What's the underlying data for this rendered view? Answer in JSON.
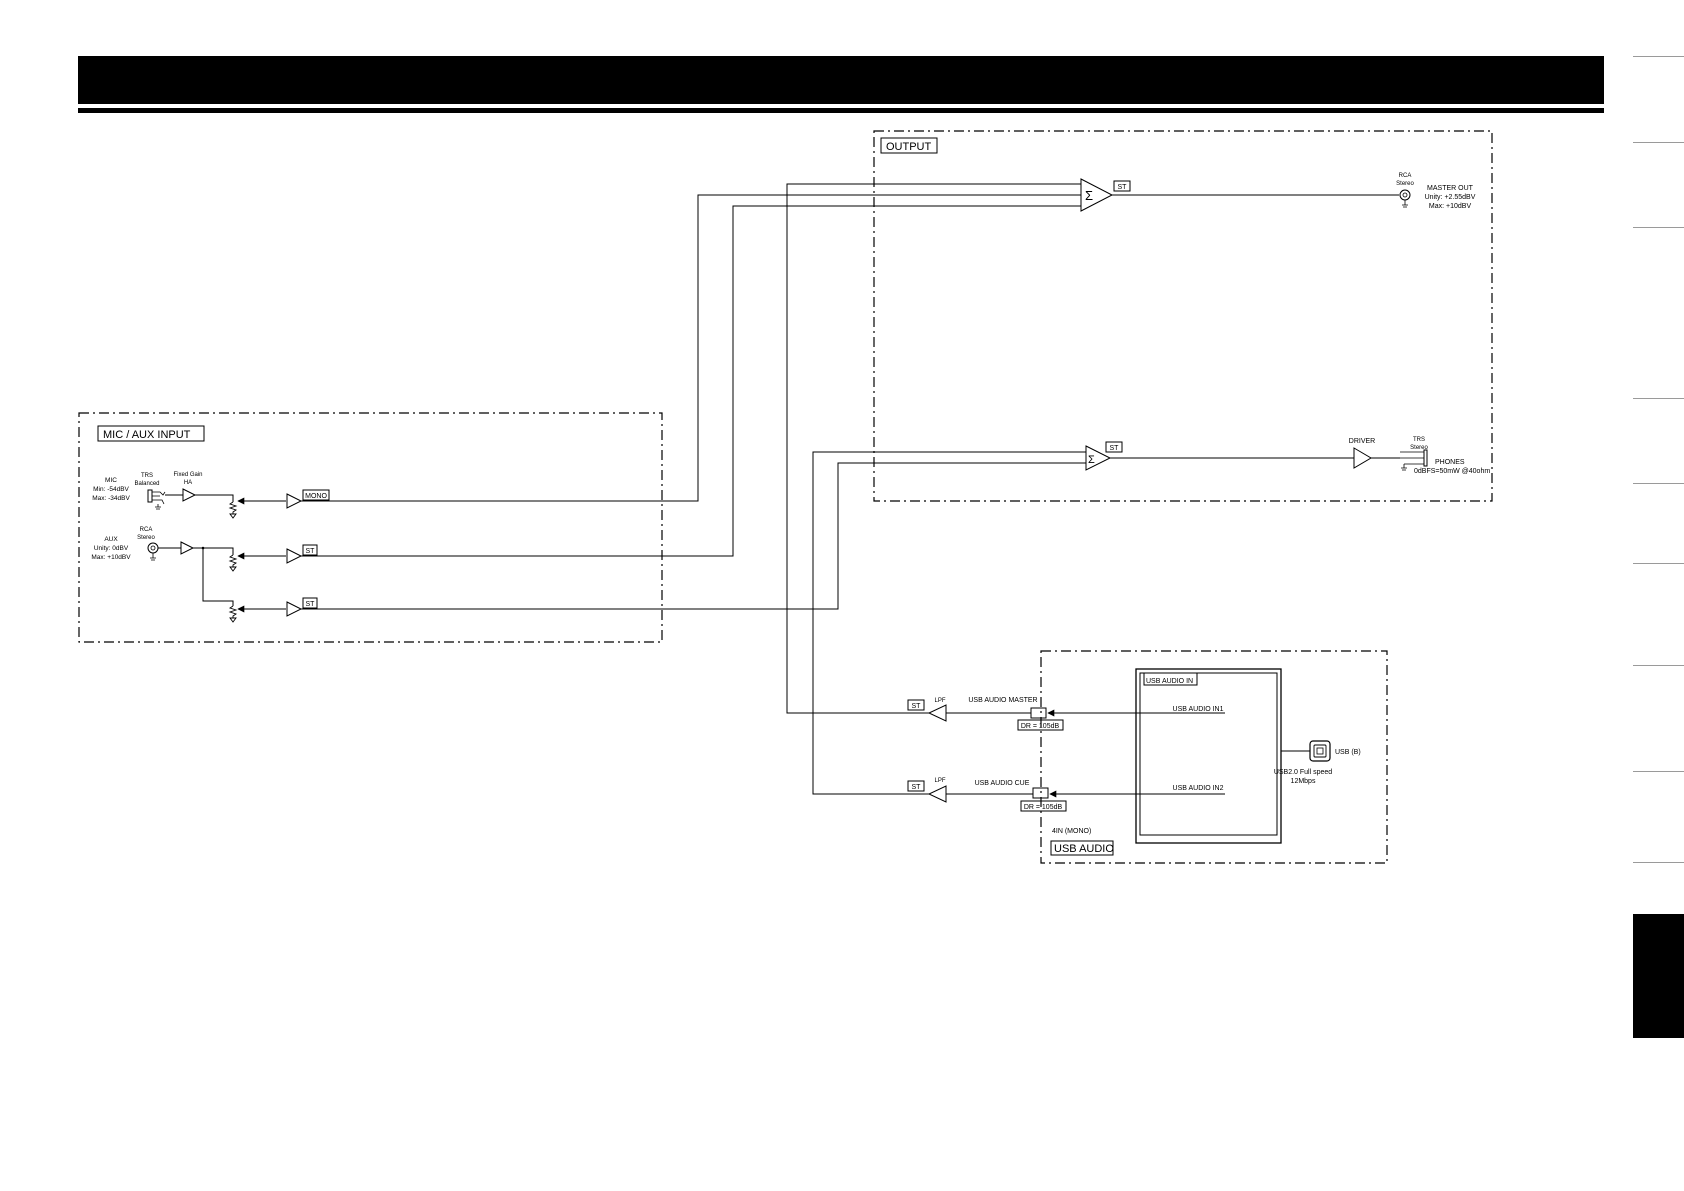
{
  "sections": {
    "output": "OUTPUT",
    "mic_aux_input": "MIC / AUX INPUT",
    "usb_audio": "USB AUDIO",
    "usb_audio_in": "USB AUDIO IN"
  },
  "mic_input": {
    "name": "MIC",
    "min": "Min: -54dBV",
    "max": "Max: -34dBV",
    "jack_type": "TRS",
    "jack_subtype": "Balanced",
    "preamp_line1": "Fixed Gain",
    "preamp_line2": "HA",
    "bus_tag": "MONO"
  },
  "aux_input": {
    "name": "AUX",
    "unity": "Unity: 0dBV",
    "max": "Max: +10dBV",
    "jack_type": "RCA",
    "jack_subtype": "Stereo",
    "bus_tag_master": "ST",
    "bus_tag_cue": "ST"
  },
  "output": {
    "master_sum_symbol": "Σ",
    "master_tag": "ST",
    "master_jack_type": "RCA",
    "master_jack_subtype": "Stereo",
    "master_out": "MASTER OUT",
    "master_unity": "Unity: +2.55dBV",
    "master_max": "Max: +10dBV",
    "cue_sum_symbol": "Σ",
    "cue_tag": "ST",
    "driver": "DRIVER",
    "phones_jack_type": "TRS",
    "phones_jack_subtype": "Stereo",
    "phones": "PHONES",
    "phones_level": "0dBFS=50mW @40ohm"
  },
  "usb_audio": {
    "master_label": "USB AUDIO MASTER",
    "cue_label": "USB AUDIO CUE",
    "master_dr": "DR = 105dB",
    "cue_dr": "DR = 105dB",
    "lpf_master": "LPF",
    "lpf_cue": "LPF",
    "master_tag": "ST",
    "cue_tag": "ST",
    "in1": "USB AUDIO IN1",
    "in2": "USB AUDIO IN2",
    "channels": "4IN (MONO)",
    "port": "USB (B)",
    "speed_line1": "USB2.0 Full speed",
    "speed_line2": "12Mbps"
  },
  "sidebar": {
    "tab_count": 10,
    "active_tab": 10
  }
}
